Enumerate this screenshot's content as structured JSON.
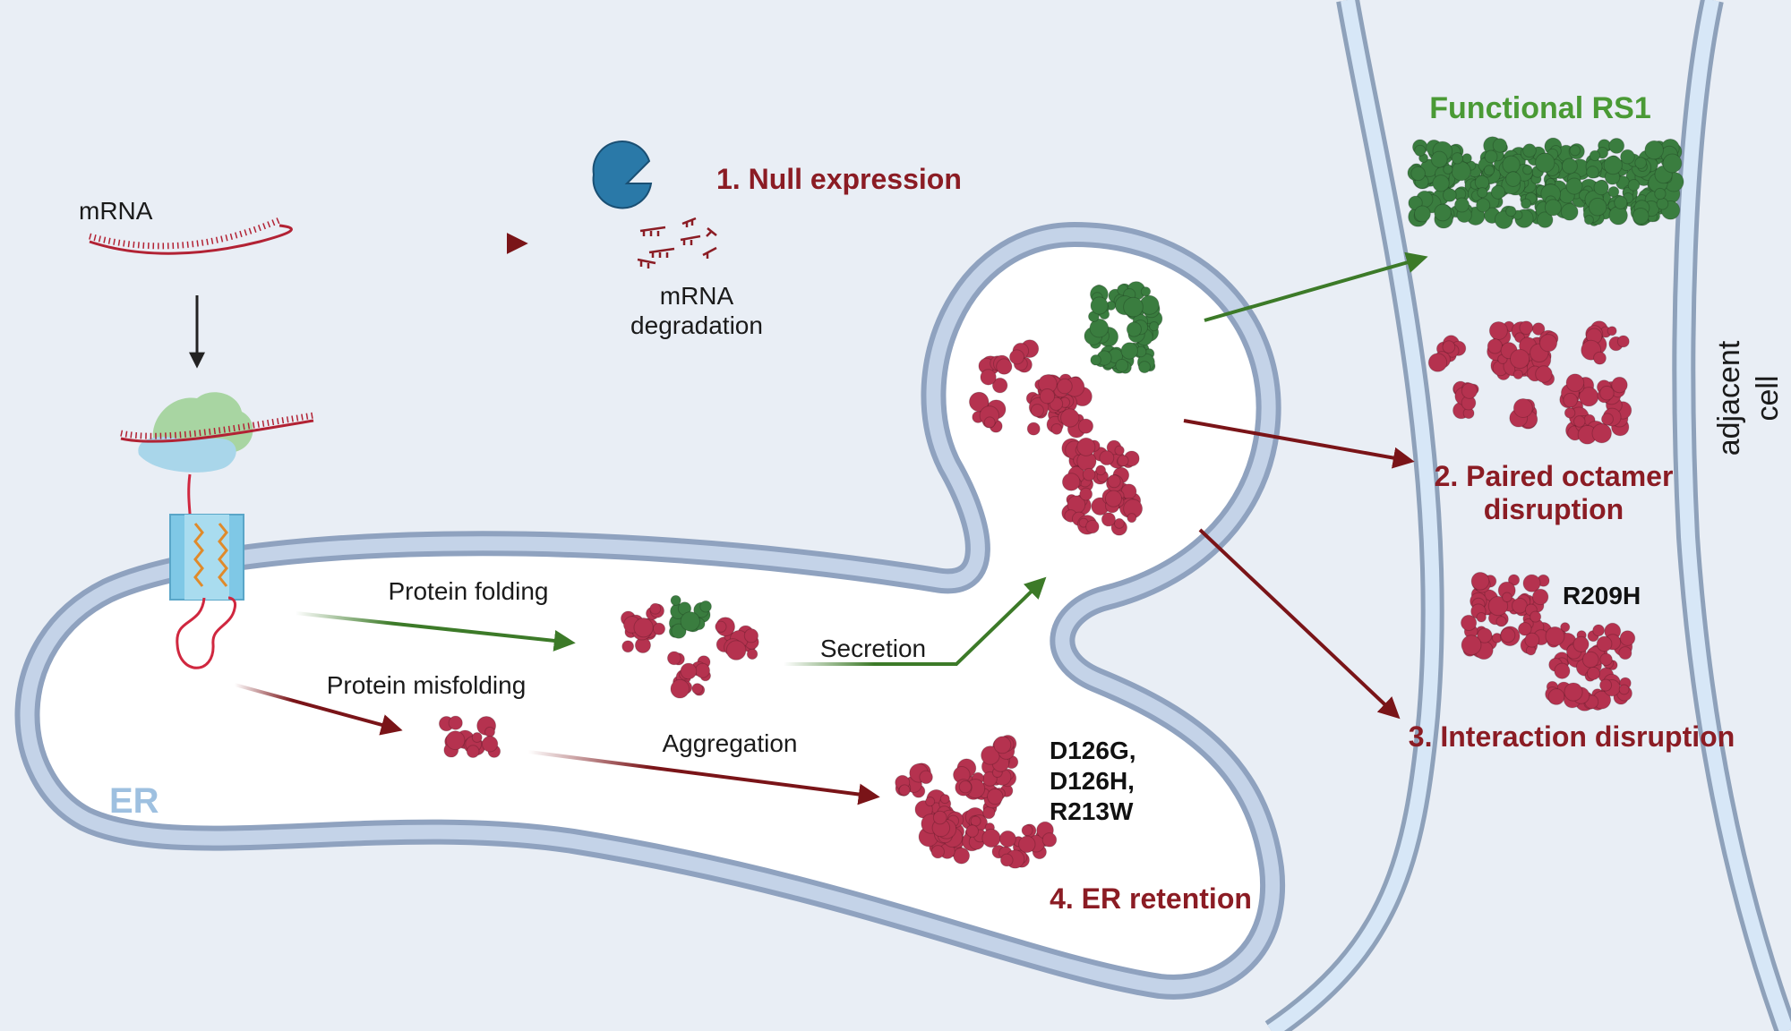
{
  "labels": {
    "mrna": "mRNA",
    "mrna_degradation_line1": "mRNA",
    "mrna_degradation_line2": "degradation",
    "null_expression": "1.  Null expression",
    "functional_rs1": "Functional RS1",
    "paired_octamer_line1": "2. Paired octamer",
    "paired_octamer_line2": "disruption",
    "interaction_disruption": "3. Interaction disruption",
    "er_retention": "4. ER retention",
    "protein_folding": "Protein folding",
    "protein_misfolding": "Protein misfolding",
    "secretion": "Secretion",
    "aggregation": "Aggregation",
    "er": "ER",
    "adjacent_line1": "adjacent",
    "adjacent_line2": "cell",
    "mutation_r209h": "R209H",
    "mutation_d126g": "D126G,",
    "mutation_d126h": "D126H,",
    "mutation_r213w": "R213W"
  },
  "colors": {
    "background": "#e9eef5",
    "membrane_outer": "#9aabc4",
    "membrane_inner": "#c4d3e8",
    "lumen": "#ffffff",
    "cell_membrane": "#c9def3",
    "arrow_red": "#7a1418",
    "arrow_green": "#3c7a28",
    "arrow_black": "#222222",
    "protein_red": "#b5324f",
    "protein_green": "#3a7d3f",
    "mrna": "#b22234",
    "ribosome_large": "#a8d5a2",
    "ribosome_small": "#a9d6ea",
    "translocon": "#7fc8e6",
    "exonuclease": "#2a79a8"
  }
}
